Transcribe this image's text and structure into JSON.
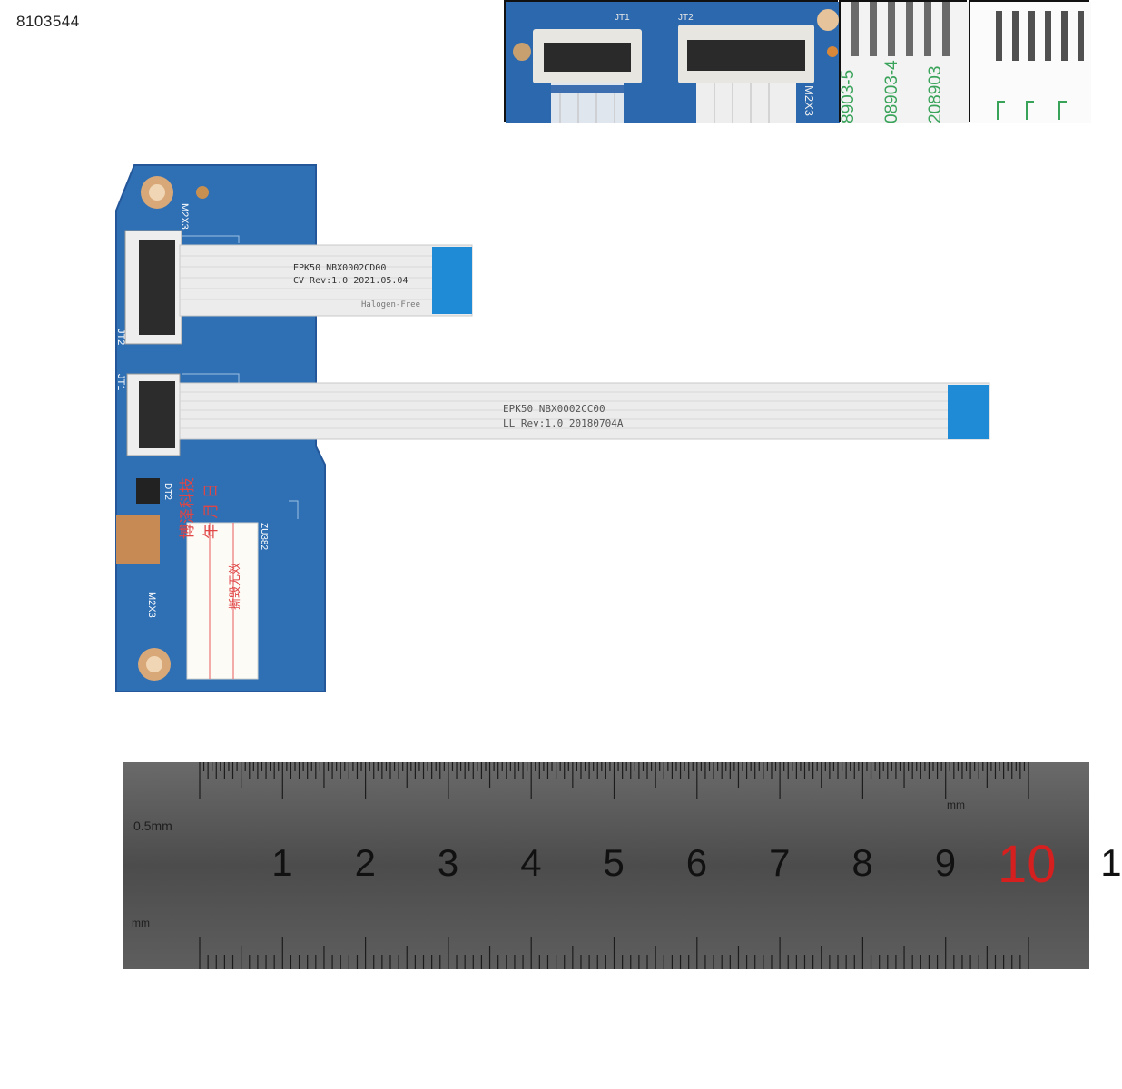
{
  "product_code": "8103544",
  "inset_connectors": {
    "labels": [
      "JT1",
      "JT2",
      "M2X3"
    ]
  },
  "inset_cable_text": {
    "labels": [
      "8903-5",
      "08903-4",
      "208903"
    ]
  },
  "board": {
    "labels": [
      "M2X3",
      "JT2",
      "JT1",
      "DT2",
      "ZU382",
      "M2X3"
    ],
    "sticker": {
      "col1": "博泽科技",
      "col2": "年 月 日",
      "col3": "撕毁无效"
    }
  },
  "cable_short": {
    "line1": "EPK50 NBX0002CD00",
    "line2": "CV Rev:1.0 2021.05.04",
    "side_label": "Halogen-Free"
  },
  "cable_long": {
    "line1": "EPK50 NBX0002CC00",
    "line2": "LL Rev:1.0 20180704A"
  },
  "ruler": {
    "unit_label": "0.5mm",
    "unit_label_right": "mm",
    "unit_label_bottom": "mm",
    "numbers": [
      "1",
      "2",
      "3",
      "4",
      "5",
      "6",
      "7",
      "8",
      "9",
      "10",
      "1"
    ],
    "highlight_color": "#d62020"
  },
  "colors": {
    "pcb": "#2f6fb4",
    "blue_tab": "#1f8ad6",
    "cable": "#e8e8e8",
    "ruler": "#5a5a5a"
  }
}
